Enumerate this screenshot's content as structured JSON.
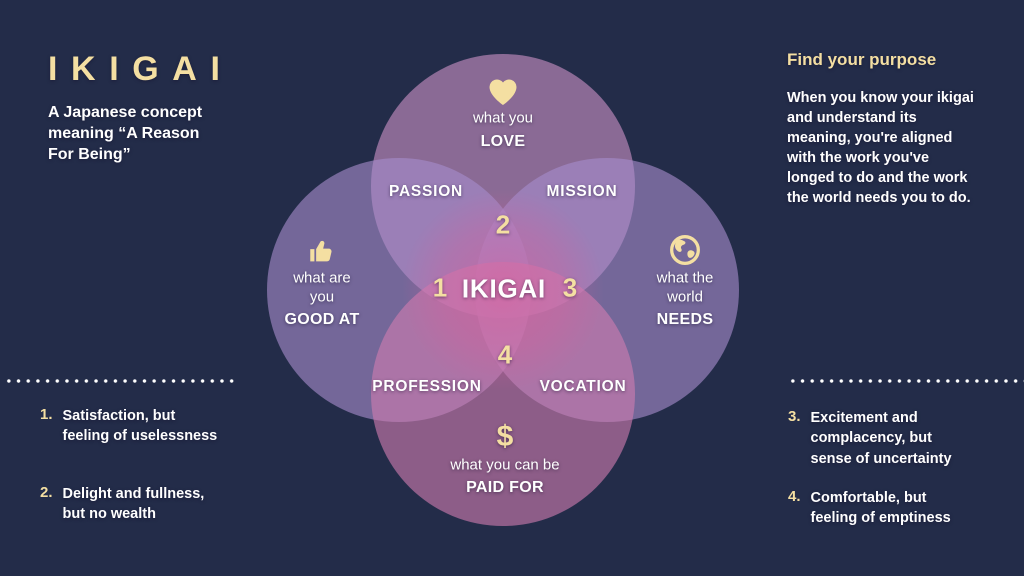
{
  "colors": {
    "bg": "#232c49",
    "cream": "#f4dfa2",
    "white": "#ffffff",
    "circle-top": "#c992c5",
    "circle-side": "#a78dcb",
    "circle-bottom": "#ce7db0",
    "center-pink": "#c96fa3",
    "dots": "#ffffff"
  },
  "left_panel": {
    "title": "IKIGAI",
    "subtitle": "A Japanese concept\nmeaning “A Reason\nFor Being”"
  },
  "right_panel": {
    "heading": "Find your purpose",
    "paragraph": "When you know your ikigai\nand understand its\nmeaning, you're aligned\nwith the work you've\nlonged to do and the work\nthe world needs you to do."
  },
  "outcomes": [
    {
      "num": "1.",
      "text": "Satisfaction, but\nfeeling of uselessness"
    },
    {
      "num": "2.",
      "text": "Delight and fullness,\nbut no wealth"
    },
    {
      "num": "3.",
      "text": "Excitement and\ncomplacency, but\nsense of uncertainty"
    },
    {
      "num": "4.",
      "text": "Comfortable, but\nfeeling of emptiness"
    }
  ],
  "venn": {
    "center": "IKIGAI",
    "numbers": {
      "n1": "1",
      "n2": "2",
      "n3": "3",
      "n4": "4"
    },
    "regions": {
      "passion": "PASSION",
      "mission": "MISSION",
      "profession": "PROFESSION",
      "vocation": "VOCATION"
    },
    "love": {
      "icon": "heart-icon",
      "line": "what you",
      "bold": "LOVE"
    },
    "good": {
      "icon": "thumbs-up-icon",
      "line": "what are\nyou",
      "bold": "GOOD AT"
    },
    "needs": {
      "icon": "globe-icon",
      "line": "what the\nworld",
      "bold": "NEEDS"
    },
    "paid": {
      "icon": "dollar-icon",
      "symbol": "$",
      "line": "what you can be",
      "bold": "PAID FOR"
    }
  }
}
